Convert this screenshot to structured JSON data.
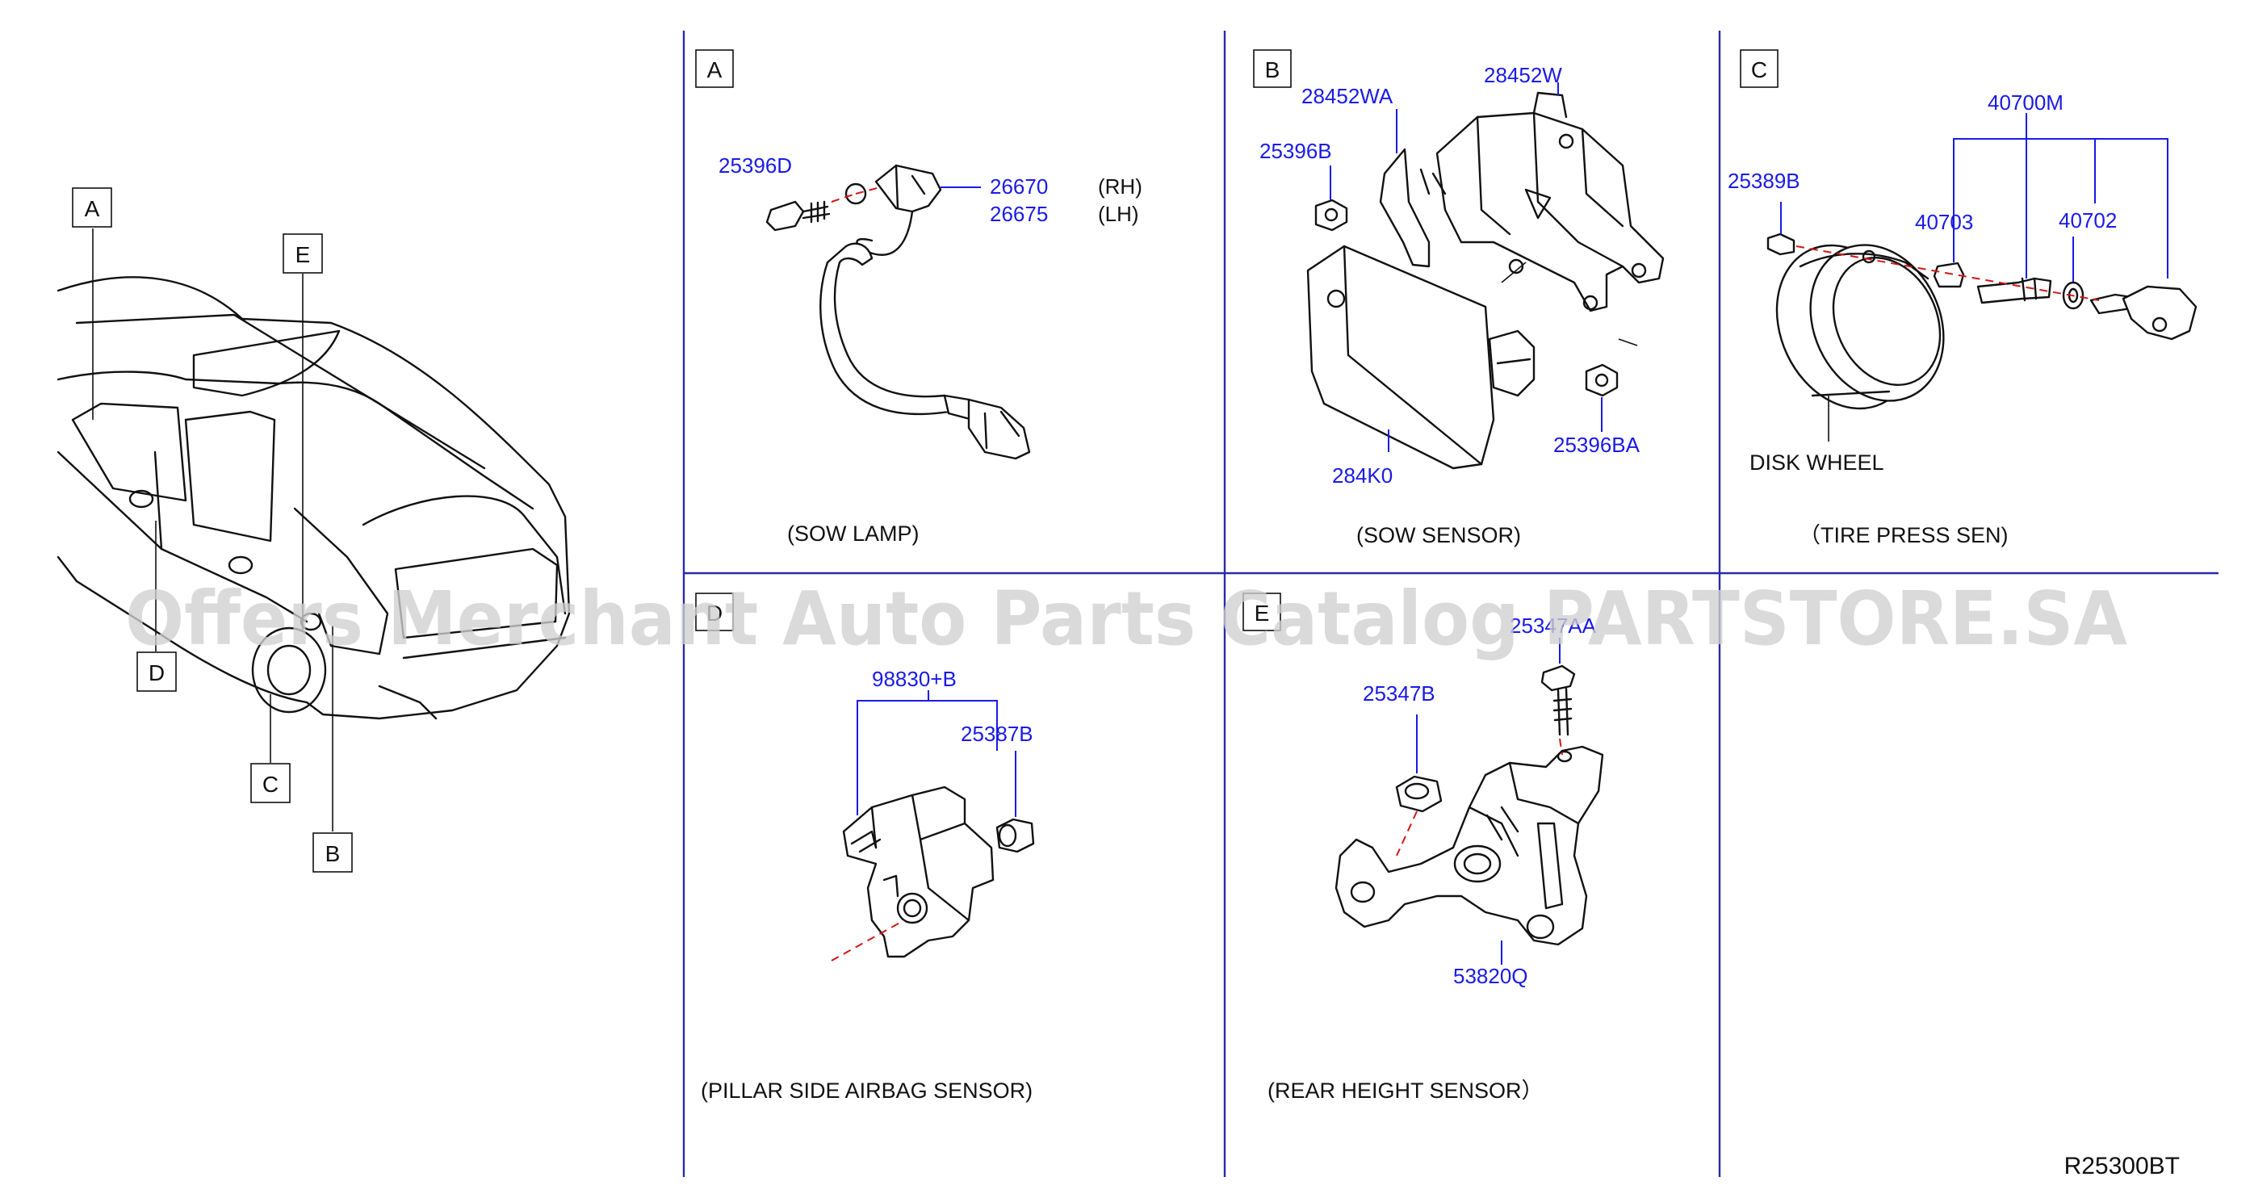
{
  "overview": {
    "callouts": [
      "A",
      "E",
      "D",
      "C",
      "B"
    ]
  },
  "panels": {
    "A": {
      "tag": "A",
      "caption": "(SOW   LAMP)",
      "parts": [
        "25396D",
        "26670",
        "26675"
      ],
      "sides": [
        "(RH)",
        "(LH)"
      ]
    },
    "B": {
      "tag": "B",
      "caption": "(SOW   SENSOR)",
      "parts": [
        "28452WA",
        "28452W",
        "25396B",
        "284K0",
        "25396BA"
      ]
    },
    "C": {
      "tag": "C",
      "caption": "（TIRE   PRESS   SEN)",
      "parts": [
        "40700M",
        "25389B",
        "40703",
        "40702"
      ],
      "label": "DISK   WHEEL"
    },
    "D": {
      "tag": "D",
      "caption": "(PILLAR   SIDE   AIRBAG   SENSOR)",
      "parts": [
        "98830+B",
        "25387B"
      ]
    },
    "E": {
      "tag": "E",
      "caption": "(REAR   HEIGHT   SENSOR）",
      "parts": [
        "25347AA",
        "25347B",
        "53820Q"
      ]
    }
  },
  "diagram_code": "R25300BT",
  "watermark": "Offers Merchant Auto Parts Catalog PARTSTORE.SA",
  "colors": {
    "part_link": "#1a1ae6",
    "leader": "#1a1ae6",
    "red_dash": "#d01818",
    "section_lines": "#2a2aa8",
    "watermark": "#d0d0d0"
  }
}
